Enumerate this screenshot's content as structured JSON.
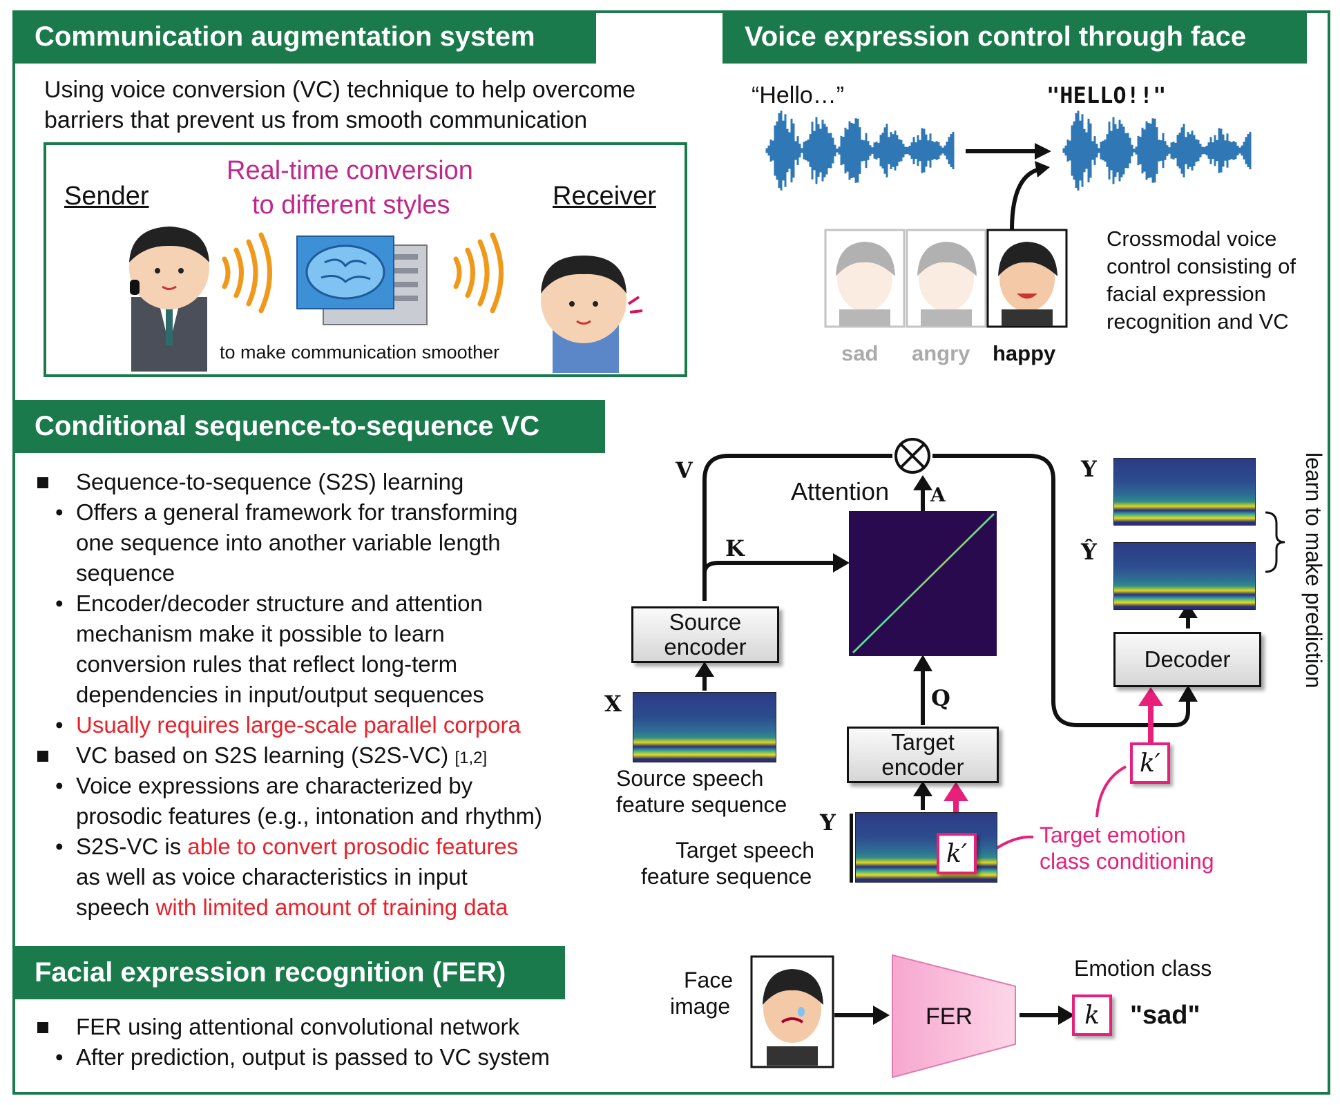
{
  "colors": {
    "green": "#1a7a4c",
    "red": "#e8212a",
    "magenta": "#c0278a",
    "pink": "#e8207a",
    "wave": "#2f78b5"
  },
  "comm": {
    "header": "Communication augmentation system",
    "line1": "Using voice conversion (VC) technique to help overcome",
    "line2": "barriers that prevent us from smooth communication",
    "sender": "Sender",
    "receiver": "Receiver",
    "rt1": "Real-time conversion",
    "rt2": "to different styles",
    "smooth": "to make communication smoother"
  },
  "voice": {
    "header": "Voice expression control through face",
    "hello_in": "“Hello…”",
    "hello_out": "\"HELLO!!\"",
    "faces": [
      "sad",
      "angry",
      "happy"
    ],
    "desc": [
      "Crossmodal voice",
      "control consisting of",
      "facial expression",
      "recognition and VC"
    ]
  },
  "s2s": {
    "header": "Conditional sequence-to-sequence VC",
    "b1": "Sequence-to-sequence (S2S) learning",
    "b1a": [
      "Offers a general framework for transforming",
      "one sequence into another variable length",
      "sequence"
    ],
    "b1b": [
      "Encoder/decoder structure and attention",
      "mechanism make it possible to learn",
      "conversion rules that reflect long-term",
      "dependencies in input/output sequences"
    ],
    "b1c": "Usually requires large-scale parallel corpora",
    "b2": "VC based on S2S learning (S2S-VC)",
    "b2ref": "[1,2]",
    "b2a": [
      "Voice expressions are characterized by",
      "prosodic features (e.g., intonation and rhythm)"
    ],
    "b2b_1": "S2S-VC is ",
    "b2b_1r": "able to convert prosodic features",
    "b2b_2": "as well as voice characteristics in input",
    "b2b_3": "speech ",
    "b2b_3r": "with limited amount of training data"
  },
  "diagram": {
    "V": "V",
    "K": "K",
    "Q": "Q",
    "A": "A",
    "X": "X",
    "Y": "Y",
    "Y2": "Y",
    "Yhat": "Ŷ",
    "attention": "Attention",
    "src_enc": [
      "Source",
      "encoder"
    ],
    "tgt_enc": [
      "Target",
      "encoder"
    ],
    "decoder": "Decoder",
    "src_seq": [
      "Source speech",
      "feature sequence"
    ],
    "tgt_seq": [
      "Target speech",
      "feature sequence"
    ],
    "kprime": "k′",
    "cond": [
      "Target emotion",
      "class conditioning"
    ],
    "learn": "learn to make prediction"
  },
  "fer": {
    "header": "Facial expression recognition (FER)",
    "b1": "FER using attentional convolutional network",
    "b1a": "After prediction, output is passed to VC system",
    "face": [
      "Face",
      "image"
    ],
    "fer_label": "FER",
    "emotion": "Emotion class",
    "k": "k",
    "sad": "\"sad\""
  }
}
